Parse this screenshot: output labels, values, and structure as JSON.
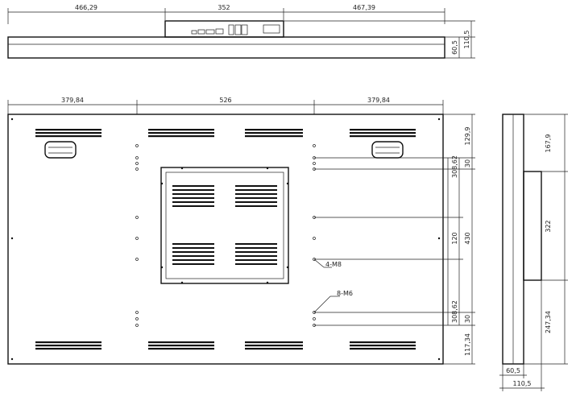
{
  "top_view": {
    "dim_left": "466,29",
    "dim_mid": "352",
    "dim_right": "467,39",
    "dim_depth_inner": "60,5",
    "dim_depth_total": "110,5"
  },
  "front_view": {
    "dim_left": "379,84",
    "dim_mid": "526",
    "dim_right": "379,84",
    "right_dims": [
      "129,9",
      "30",
      "308,62",
      "120",
      "430",
      "308,62",
      "30",
      "117,34"
    ],
    "callout_m8": "4-M8",
    "callout_m6": "8-M6"
  },
  "side_view": {
    "dims": [
      "167,9",
      "322",
      "247,34"
    ],
    "dim_inner": "60,5",
    "dim_total": "110,5"
  }
}
